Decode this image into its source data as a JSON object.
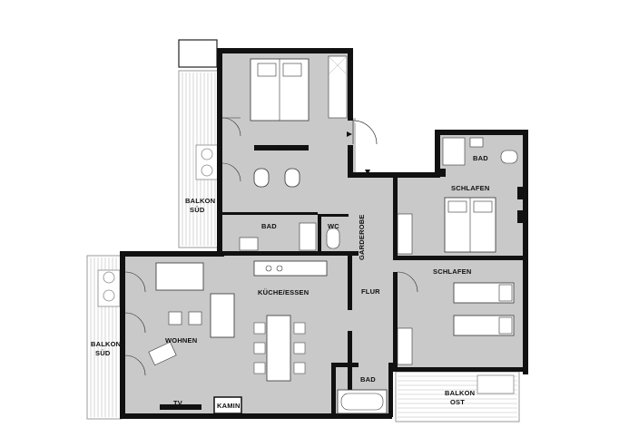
{
  "labels": {
    "balkon_sued_top_1": "BALKON",
    "balkon_sued_top_2": "SÜD",
    "balkon_sued_left_1": "BALKON",
    "balkon_sued_left_2": "SÜD",
    "balkon_ost_1": "BALKON",
    "balkon_ost_2": "OST",
    "tv_bedroom": "TV",
    "tv_living": "TV",
    "bad_top": "BAD",
    "wc": "WC",
    "garderobe": "GARDEROBE",
    "bad_small_top_right": "BAD",
    "schlafen_top": "SCHLAFEN",
    "schlafen_bottom": "SCHLAFEN",
    "kueche_essen": "KÜCHE/ESSEN",
    "flur": "FLUR",
    "wohnen": "WOHNEN",
    "bad_bottom": "BAD",
    "kamin": "KAMIN"
  },
  "colors": {
    "wall": "#111111",
    "floor": "#c9c9c9",
    "balcony": "#ffffff",
    "furniture": "#ffffff",
    "line": "#333333"
  }
}
